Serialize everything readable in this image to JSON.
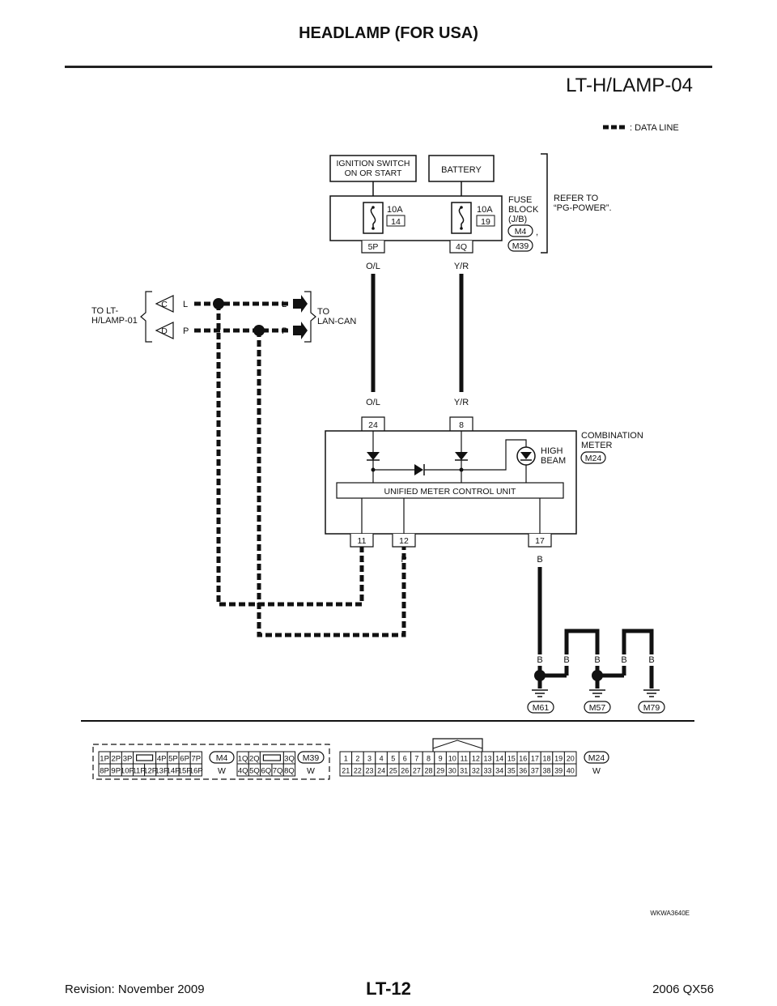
{
  "page": {
    "title": "HEADLAMP (FOR USA)",
    "diagram_id": "LT-H/LAMP-04",
    "image_code": "WKWA3640E",
    "revision": "Revision: November 2009",
    "page_number": "LT-12",
    "model": "2006 QX56"
  },
  "legend": {
    "data_line": ": DATA LINE"
  },
  "power": {
    "ign_line1": "IGNITION SWITCH",
    "ign_line2": "ON OR START",
    "battery": "BATTERY",
    "fuse1_amp": "10A",
    "fuse1_no": "14",
    "fuse2_amp": "10A",
    "fuse2_no": "19",
    "fb_line1": "FUSE",
    "fb_line2": "BLOCK",
    "fb_line3": "(J/B)",
    "conn_m4": "M4",
    "comma": ",",
    "conn_m39": "M39",
    "refer1": "REFER TO",
    "refer2": "“PG-POWER”.",
    "term_5p": "5P",
    "term_4q": "4Q"
  },
  "wires": {
    "ol": "O/L",
    "yr": "Y/R",
    "l": "L",
    "p": "P",
    "b": "B"
  },
  "canbus": {
    "to_lt1": "TO LT-",
    "to_lt2": "H/LAMP-01",
    "to_lan1": "TO",
    "to_lan2": "LAN-CAN",
    "c": "C",
    "d": "D"
  },
  "meter": {
    "t24": "24",
    "t8": "8",
    "t11": "11",
    "t12": "12",
    "t17": "17",
    "comb1": "COMBINATION",
    "comb2": "METER",
    "conn": "M24",
    "hb1": "HIGH",
    "hb2": "BEAM",
    "umcu": "UNIFIED METER CONTROL UNIT"
  },
  "grounds": {
    "m61": "M61",
    "m57": "M57",
    "m79": "M79"
  },
  "connectors": {
    "m4": {
      "name": "M4",
      "color": "W",
      "row1": [
        "1P",
        "2P",
        "3P",
        "",
        "4P",
        "5P",
        "6P",
        "7P"
      ],
      "row2": [
        "8P",
        "9P",
        "10P",
        "11P",
        "12P",
        "13P",
        "14P",
        "15P",
        "16P"
      ]
    },
    "m39": {
      "name": "M39",
      "color": "W",
      "row1": [
        "1Q",
        "2Q",
        "",
        "3Q"
      ],
      "row2": [
        "4Q",
        "5Q",
        "6Q",
        "7Q",
        "8Q"
      ]
    },
    "m24": {
      "name": "M24",
      "color": "W",
      "row1": [
        "1",
        "2",
        "3",
        "4",
        "5",
        "6",
        "7",
        "8",
        "9",
        "10",
        "11",
        "12",
        "13",
        "14",
        "15",
        "16",
        "17",
        "18",
        "19",
        "20"
      ],
      "row2": [
        "21",
        "22",
        "23",
        "24",
        "25",
        "26",
        "27",
        "28",
        "29",
        "30",
        "31",
        "32",
        "33",
        "34",
        "35",
        "36",
        "37",
        "38",
        "39",
        "40"
      ]
    }
  }
}
